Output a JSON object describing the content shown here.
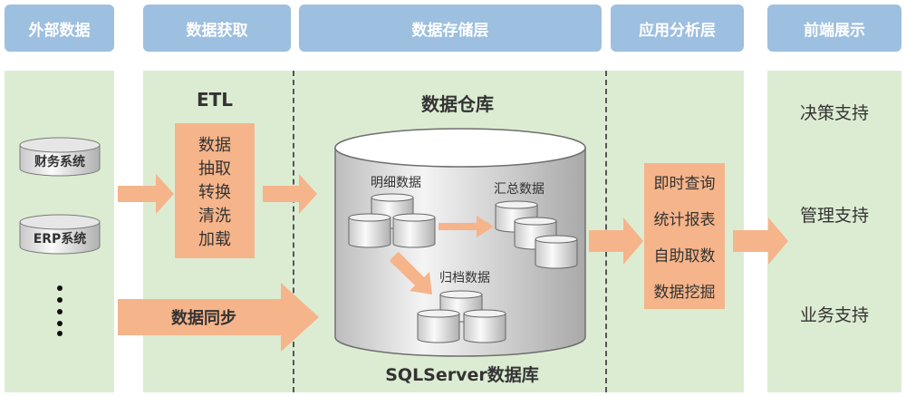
{
  "headers": {
    "external": "外部数据",
    "acquire": "数据获取",
    "storage": "数据存储层",
    "analysis": "应用分析层",
    "frontend": "前端展示"
  },
  "external_sources": {
    "finance": "财务系统",
    "erp": "ERP系统"
  },
  "etl": {
    "title": "ETL",
    "steps": [
      "数据",
      "抽取",
      "转换",
      "清洗",
      "加载"
    ]
  },
  "sync_label": "数据同步",
  "warehouse": {
    "title": "数据仓库",
    "detail": "明细数据",
    "summary": "汇总数据",
    "archive": "归档数据",
    "db_label": "SQLServer数据库"
  },
  "analysis_items": [
    "即时查询",
    "统计报表",
    "自助取数",
    "数据挖掘"
  ],
  "frontend_items": [
    "决策支持",
    "管理支持",
    "业务支持"
  ],
  "colors": {
    "header": "#9dbfe0",
    "panel": "#dcecd2",
    "orange": "#f5b48a",
    "arrow": "#f5b48a"
  }
}
